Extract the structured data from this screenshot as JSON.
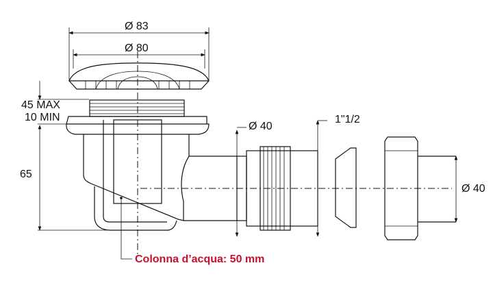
{
  "dimensions": {
    "cap_outer_diameter": "Ø 83",
    "cap_inner_diameter": "Ø 80",
    "adjust_max": "45 MAX",
    "adjust_min": "10 MIN",
    "body_height": "65",
    "outlet_diameter": "Ø 40",
    "thread_size": "1\"1/2",
    "connector_diameter": "Ø 40"
  },
  "annotation": {
    "water_seal": "Colonna d’acqua: 50 mm",
    "color": "#c8102e"
  }
}
